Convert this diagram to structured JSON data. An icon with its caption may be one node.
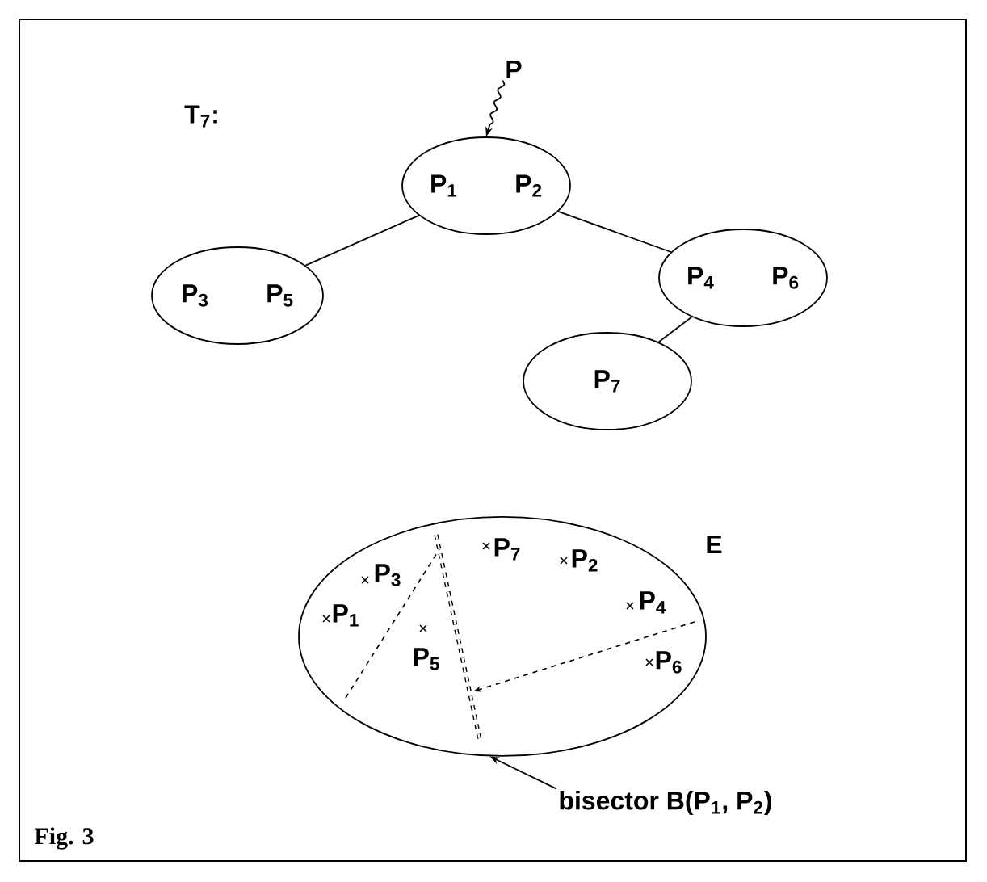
{
  "diagram": {
    "caption": "Fig. 3",
    "nodes": [
      {
        "text": [
          "P"
        ]
      },
      {
        "text": [
          "P$_{1}$",
          "P$_{2}$"
        ]
      },
      {
        "text": [
          "P$_{3}$",
          "P$_{5}$"
        ]
      },
      {
        "text": [
          "P$_{4}$",
          "P$_{6}$"
        ]
      },
      {
        "text": [
          "P$_{7}$"
        ]
      },
      {
        "text": [
          "E"
        ]
      },
      {
        "text": [
          "bisector B(P$_{1}$, P$_{2}$)"
        ]
      }
    ],
    "edges": [
      {
        "from": 0,
        "to": 1,
        "arrow": "to"
      },
      {
        "from": 1,
        "to": 2,
        "arrow": "none"
      },
      {
        "from": 1,
        "to": 3,
        "arrow": "none"
      },
      {
        "from": 3,
        "to": 4,
        "arrow": "none"
      },
      {
        "from": 6,
        "to": 5,
        "arrow": "to"
      }
    ],
    "labels": [
      "T$_{7}$:",
      "P$_{7}$",
      "P$_{2}$",
      "P$_{3}$",
      "P$_{1}$",
      "P$_{4}$",
      "P$_{5}$",
      "P$_{6}$"
    ]
  }
}
